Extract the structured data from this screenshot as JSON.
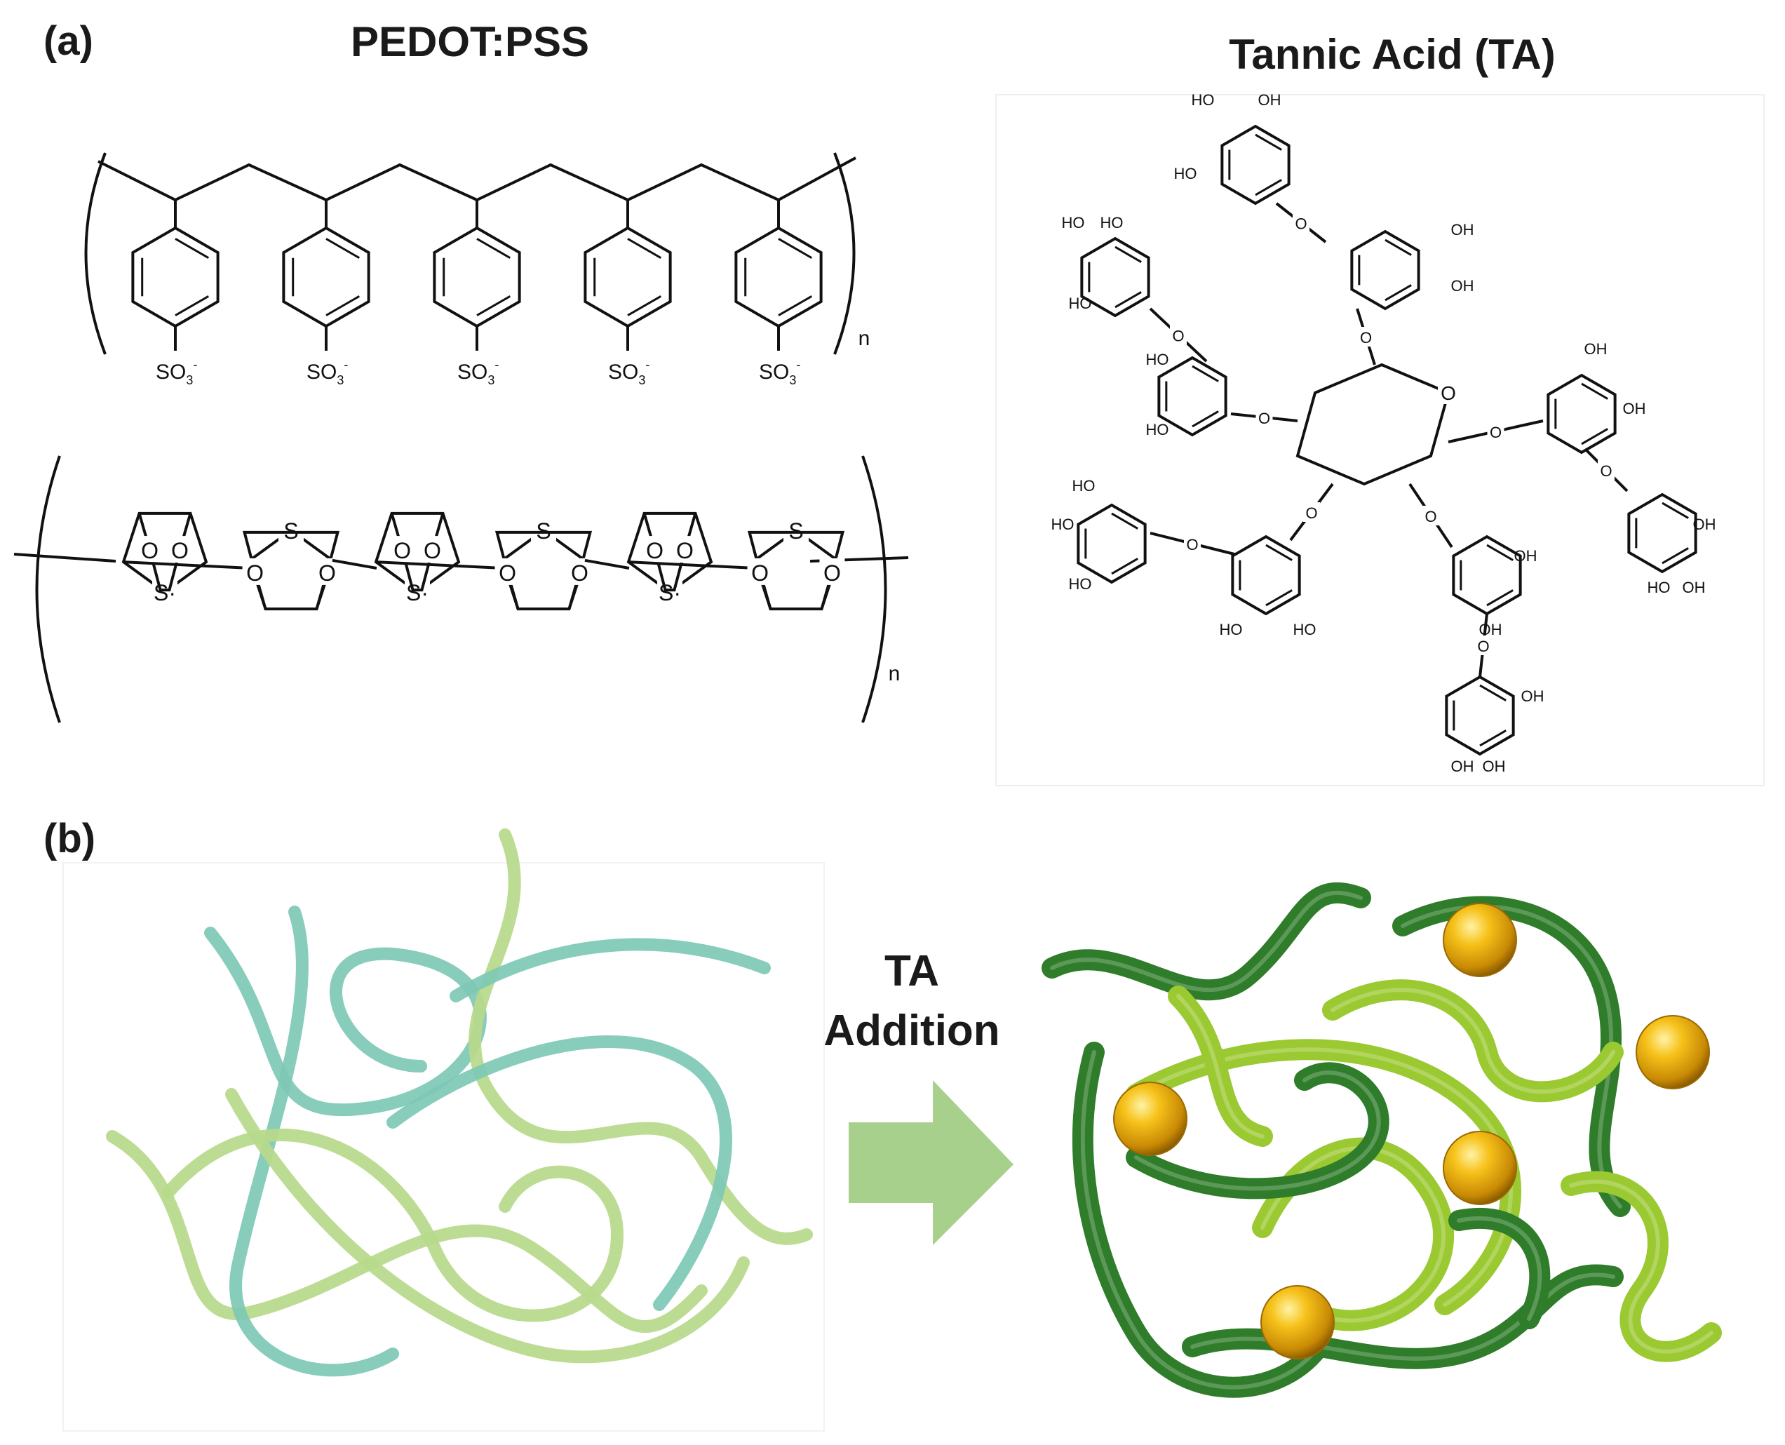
{
  "panel_a": {
    "label": "(a)",
    "pedot_title": "PEDOT:PSS",
    "ta_title": "Tannic Acid (TA)",
    "pss": {
      "sulfonate": "SO",
      "sulfonate_sub": "3",
      "sulfonate_charge": "-",
      "repeat": "n"
    },
    "pedot": {
      "oxygen": "O",
      "sulfur": "S",
      "sulfur_cation": "S",
      "repeat": "n"
    },
    "ta": {
      "hydroxyl": "HO",
      "hydroxyl_right": "OH",
      "oxygen": "O"
    }
  },
  "panel_b": {
    "label": "(b)",
    "arrow_line1": "TA",
    "arrow_line2": "Addition",
    "colors": {
      "arrow": "#a8d08d",
      "before_strand_a": "#7ec8b5",
      "before_strand_b": "#b6d98a",
      "after_strand_dark": "#2f7d2a",
      "after_strand_light": "#9bc932",
      "particle": "#e2a70c"
    }
  }
}
